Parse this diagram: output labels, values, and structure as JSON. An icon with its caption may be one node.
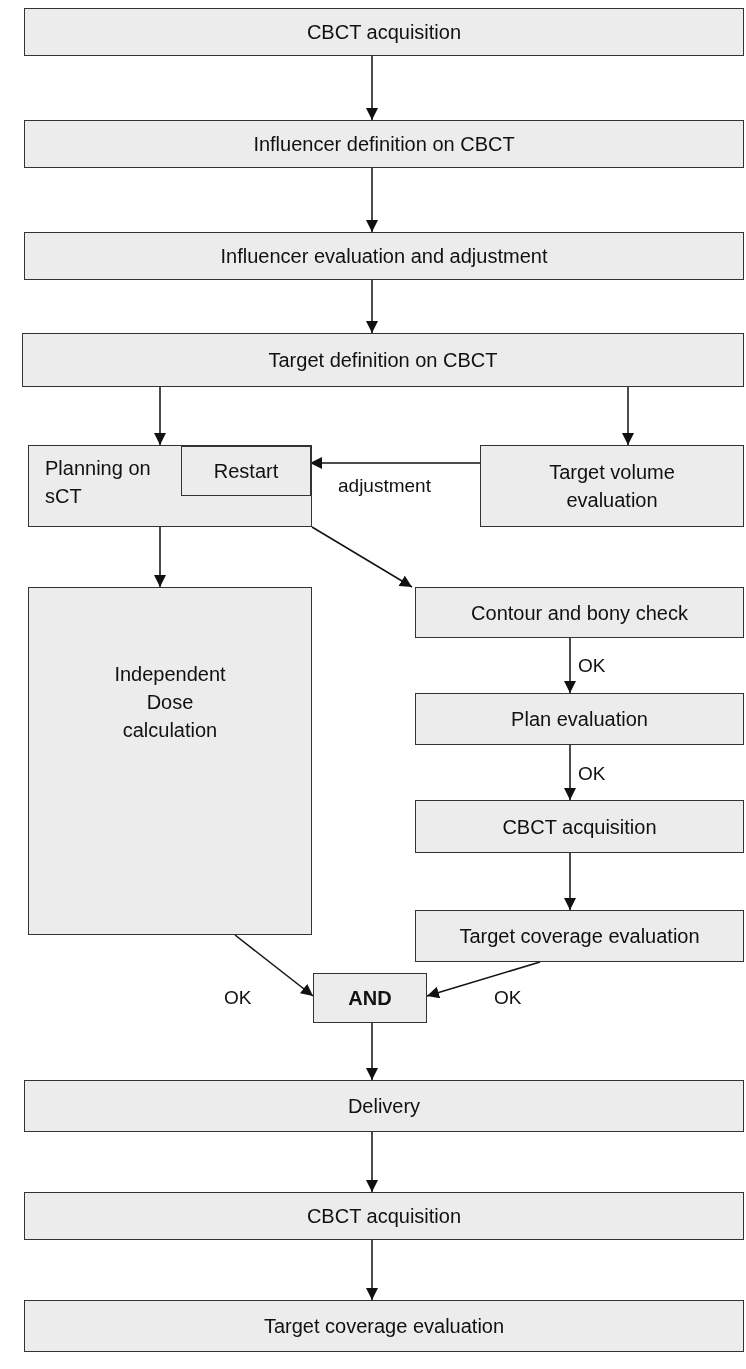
{
  "diagram": {
    "nodes": [
      {
        "text": [
          "CBCT acquisition"
        ]
      },
      {
        "text": [
          "Influencer definition on CBCT"
        ]
      },
      {
        "text": [
          "Influencer evaluation and adjustment"
        ]
      },
      {
        "text": [
          "Target definition on CBCT"
        ]
      },
      {
        "text": [
          "Planning on sCT"
        ]
      },
      {
        "text": [
          "Restart"
        ],
        "in": 4
      },
      {
        "text": [
          "Target volume evaluation"
        ]
      },
      {
        "text": [
          "Independent Dose calculation"
        ]
      },
      {
        "text": [
          "Contour and bony check"
        ]
      },
      {
        "text": [
          "Plan evaluation"
        ]
      },
      {
        "text": [
          "CBCT acquisition"
        ]
      },
      {
        "text": [
          "Target coverage evaluation"
        ]
      },
      {
        "text": [
          "AND"
        ]
      },
      {
        "text": [
          "Delivery"
        ]
      },
      {
        "text": [
          "CBCT acquisition"
        ]
      },
      {
        "text": [
          "Target coverage evaluation"
        ]
      }
    ],
    "edges": [
      {
        "from": 0,
        "to": 1,
        "arrow": "to"
      },
      {
        "from": 1,
        "to": 2,
        "arrow": "to"
      },
      {
        "from": 2,
        "to": 3,
        "arrow": "to"
      },
      {
        "from": 3,
        "to": 4,
        "arrow": "to"
      },
      {
        "from": 3,
        "to": 6,
        "arrow": "to"
      },
      {
        "from": 6,
        "to": 5,
        "arrow": "to",
        "label": "adjustment"
      },
      {
        "from": 4,
        "to": 7,
        "arrow": "to"
      },
      {
        "from": 4,
        "to": 8,
        "arrow": "to"
      },
      {
        "from": 8,
        "to": 9,
        "arrow": "to",
        "label": "OK"
      },
      {
        "from": 9,
        "to": 10,
        "arrow": "to",
        "label": "OK"
      },
      {
        "from": 10,
        "to": 11,
        "arrow": "to"
      },
      {
        "from": 7,
        "to": 12,
        "arrow": "to",
        "label": "OK"
      },
      {
        "from": 11,
        "to": 12,
        "arrow": "to",
        "label": "OK"
      },
      {
        "from": 12,
        "to": 13,
        "arrow": "to"
      },
      {
        "from": 13,
        "to": 14,
        "arrow": "to"
      },
      {
        "from": 14,
        "to": 15,
        "arrow": "to"
      }
    ]
  }
}
